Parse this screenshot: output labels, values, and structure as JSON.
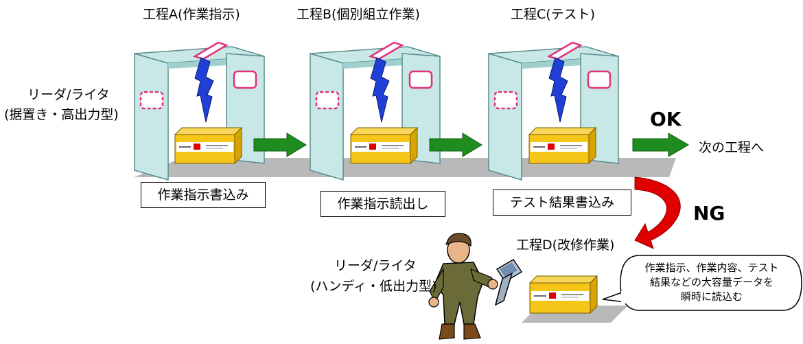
{
  "stations": [
    {
      "title": "工程A(作業指示)",
      "caption": "作業指示書込み"
    },
    {
      "title": "工程B(個別組立作業)",
      "caption": "作業指示読出し"
    },
    {
      "title": "工程C(テスト)",
      "caption": "テスト結果書込み"
    }
  ],
  "fixed_reader": {
    "line1": "リーダ/ライタ",
    "line2": "(据置き・高出力型)"
  },
  "handheld_reader": {
    "line1": "リーダ/ライタ",
    "line2": "(ハンディ・低出力型)"
  },
  "ok_label": "OK",
  "ng_label": "NG",
  "next_step": "次の工程へ",
  "station_d_title": "工程D(改修作業)",
  "bubble": {
    "line1": "作業指示、作業内容、テスト",
    "line2": "結果などの大容量データを",
    "line3": "瞬時に読込む"
  },
  "colors": {
    "gate_fill": "#c8e8e8",
    "floor": "#b9b9b9",
    "arrow_green": "#1e8c1e",
    "arrow_red": "#e00000",
    "box_yellow": "#f5c518",
    "lightning": "#1f3fd6",
    "tag_pink": "#e0307a"
  },
  "icons": [
    "lightning-icon",
    "rfid-tag-icon",
    "worker-icon",
    "handheld-reader-icon"
  ]
}
